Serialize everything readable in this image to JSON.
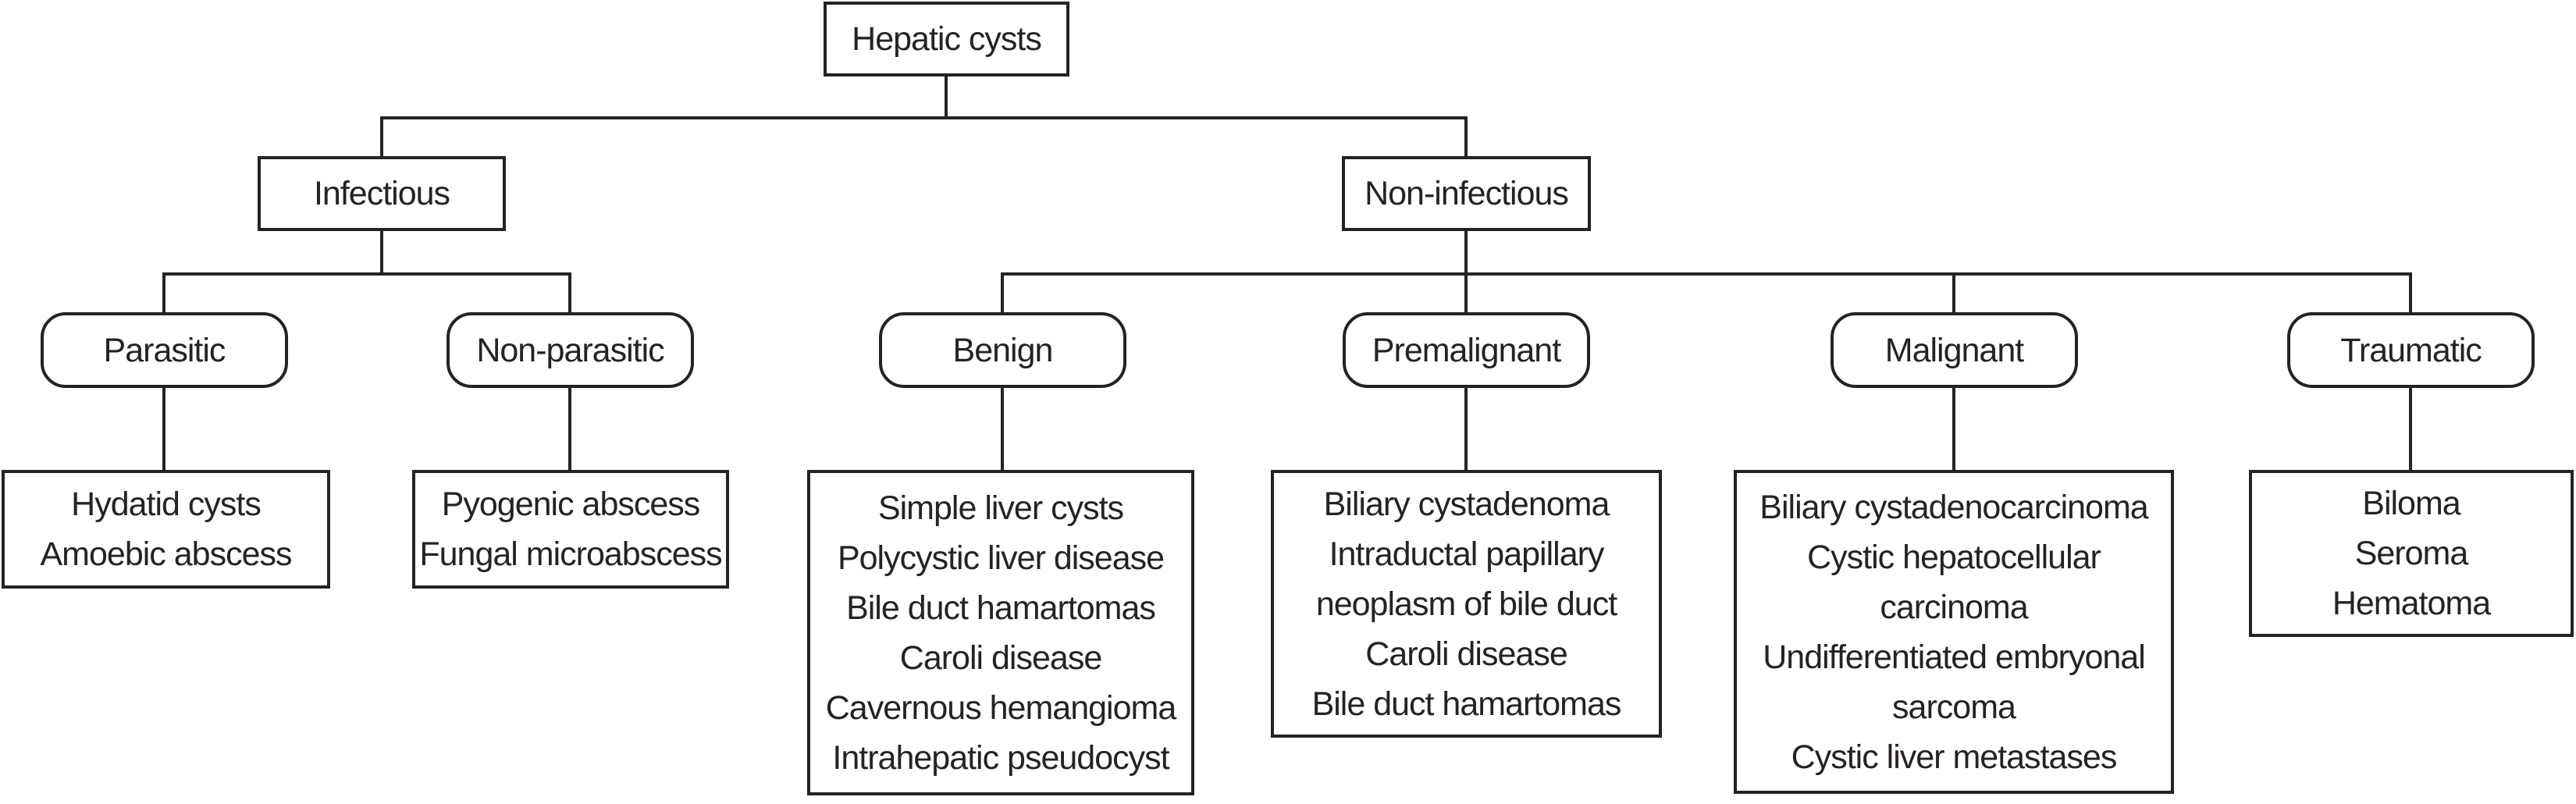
{
  "figure_title": "Hepatic cysts classification flowchart",
  "colors": {
    "line": "#262223",
    "background": "#ffffff",
    "text": "#262223"
  },
  "diagram": {
    "root": {
      "label": "Hepatic cysts"
    },
    "branches": [
      {
        "id": "infectious",
        "label": "Infectious"
      },
      {
        "id": "non-infectious",
        "label": "Non-infectious"
      }
    ],
    "categories": [
      {
        "id": "parasitic",
        "parent": "Infectious",
        "label": "Parasitic",
        "items": [
          "Hydatid cysts",
          "Amoebic abscess"
        ]
      },
      {
        "id": "non-parasitic",
        "parent": "Infectious",
        "label": "Non-parasitic",
        "items": [
          "Pyogenic abscess",
          "Fungal microabscess"
        ]
      },
      {
        "id": "benign",
        "parent": "Non-infectious",
        "label": "Benign",
        "items": [
          "Simple liver cysts",
          "Polycystic liver disease",
          "Bile duct hamartomas",
          "Caroli disease",
          "Cavernous hemangioma",
          "Intrahepatic pseudocyst"
        ]
      },
      {
        "id": "premalignant",
        "parent": "Non-infectious",
        "label": "Premalignant",
        "items": [
          "Biliary cystadenoma",
          "Intraductal papillary neoplasm of bile duct",
          "Caroli disease",
          "Bile duct hamartomas"
        ]
      },
      {
        "id": "malignant",
        "parent": "Non-infectious",
        "label": "Malignant",
        "items": [
          "Biliary cystadenocarcinoma",
          "Cystic hepatocellular carcinoma",
          "Undifferentiated embryonal sarcoma",
          "Cystic liver metastases"
        ]
      },
      {
        "id": "traumatic",
        "parent": "Non-infectious",
        "label": "Traumatic",
        "items": [
          "Biloma",
          "Seroma",
          "Hematoma"
        ]
      }
    ]
  }
}
